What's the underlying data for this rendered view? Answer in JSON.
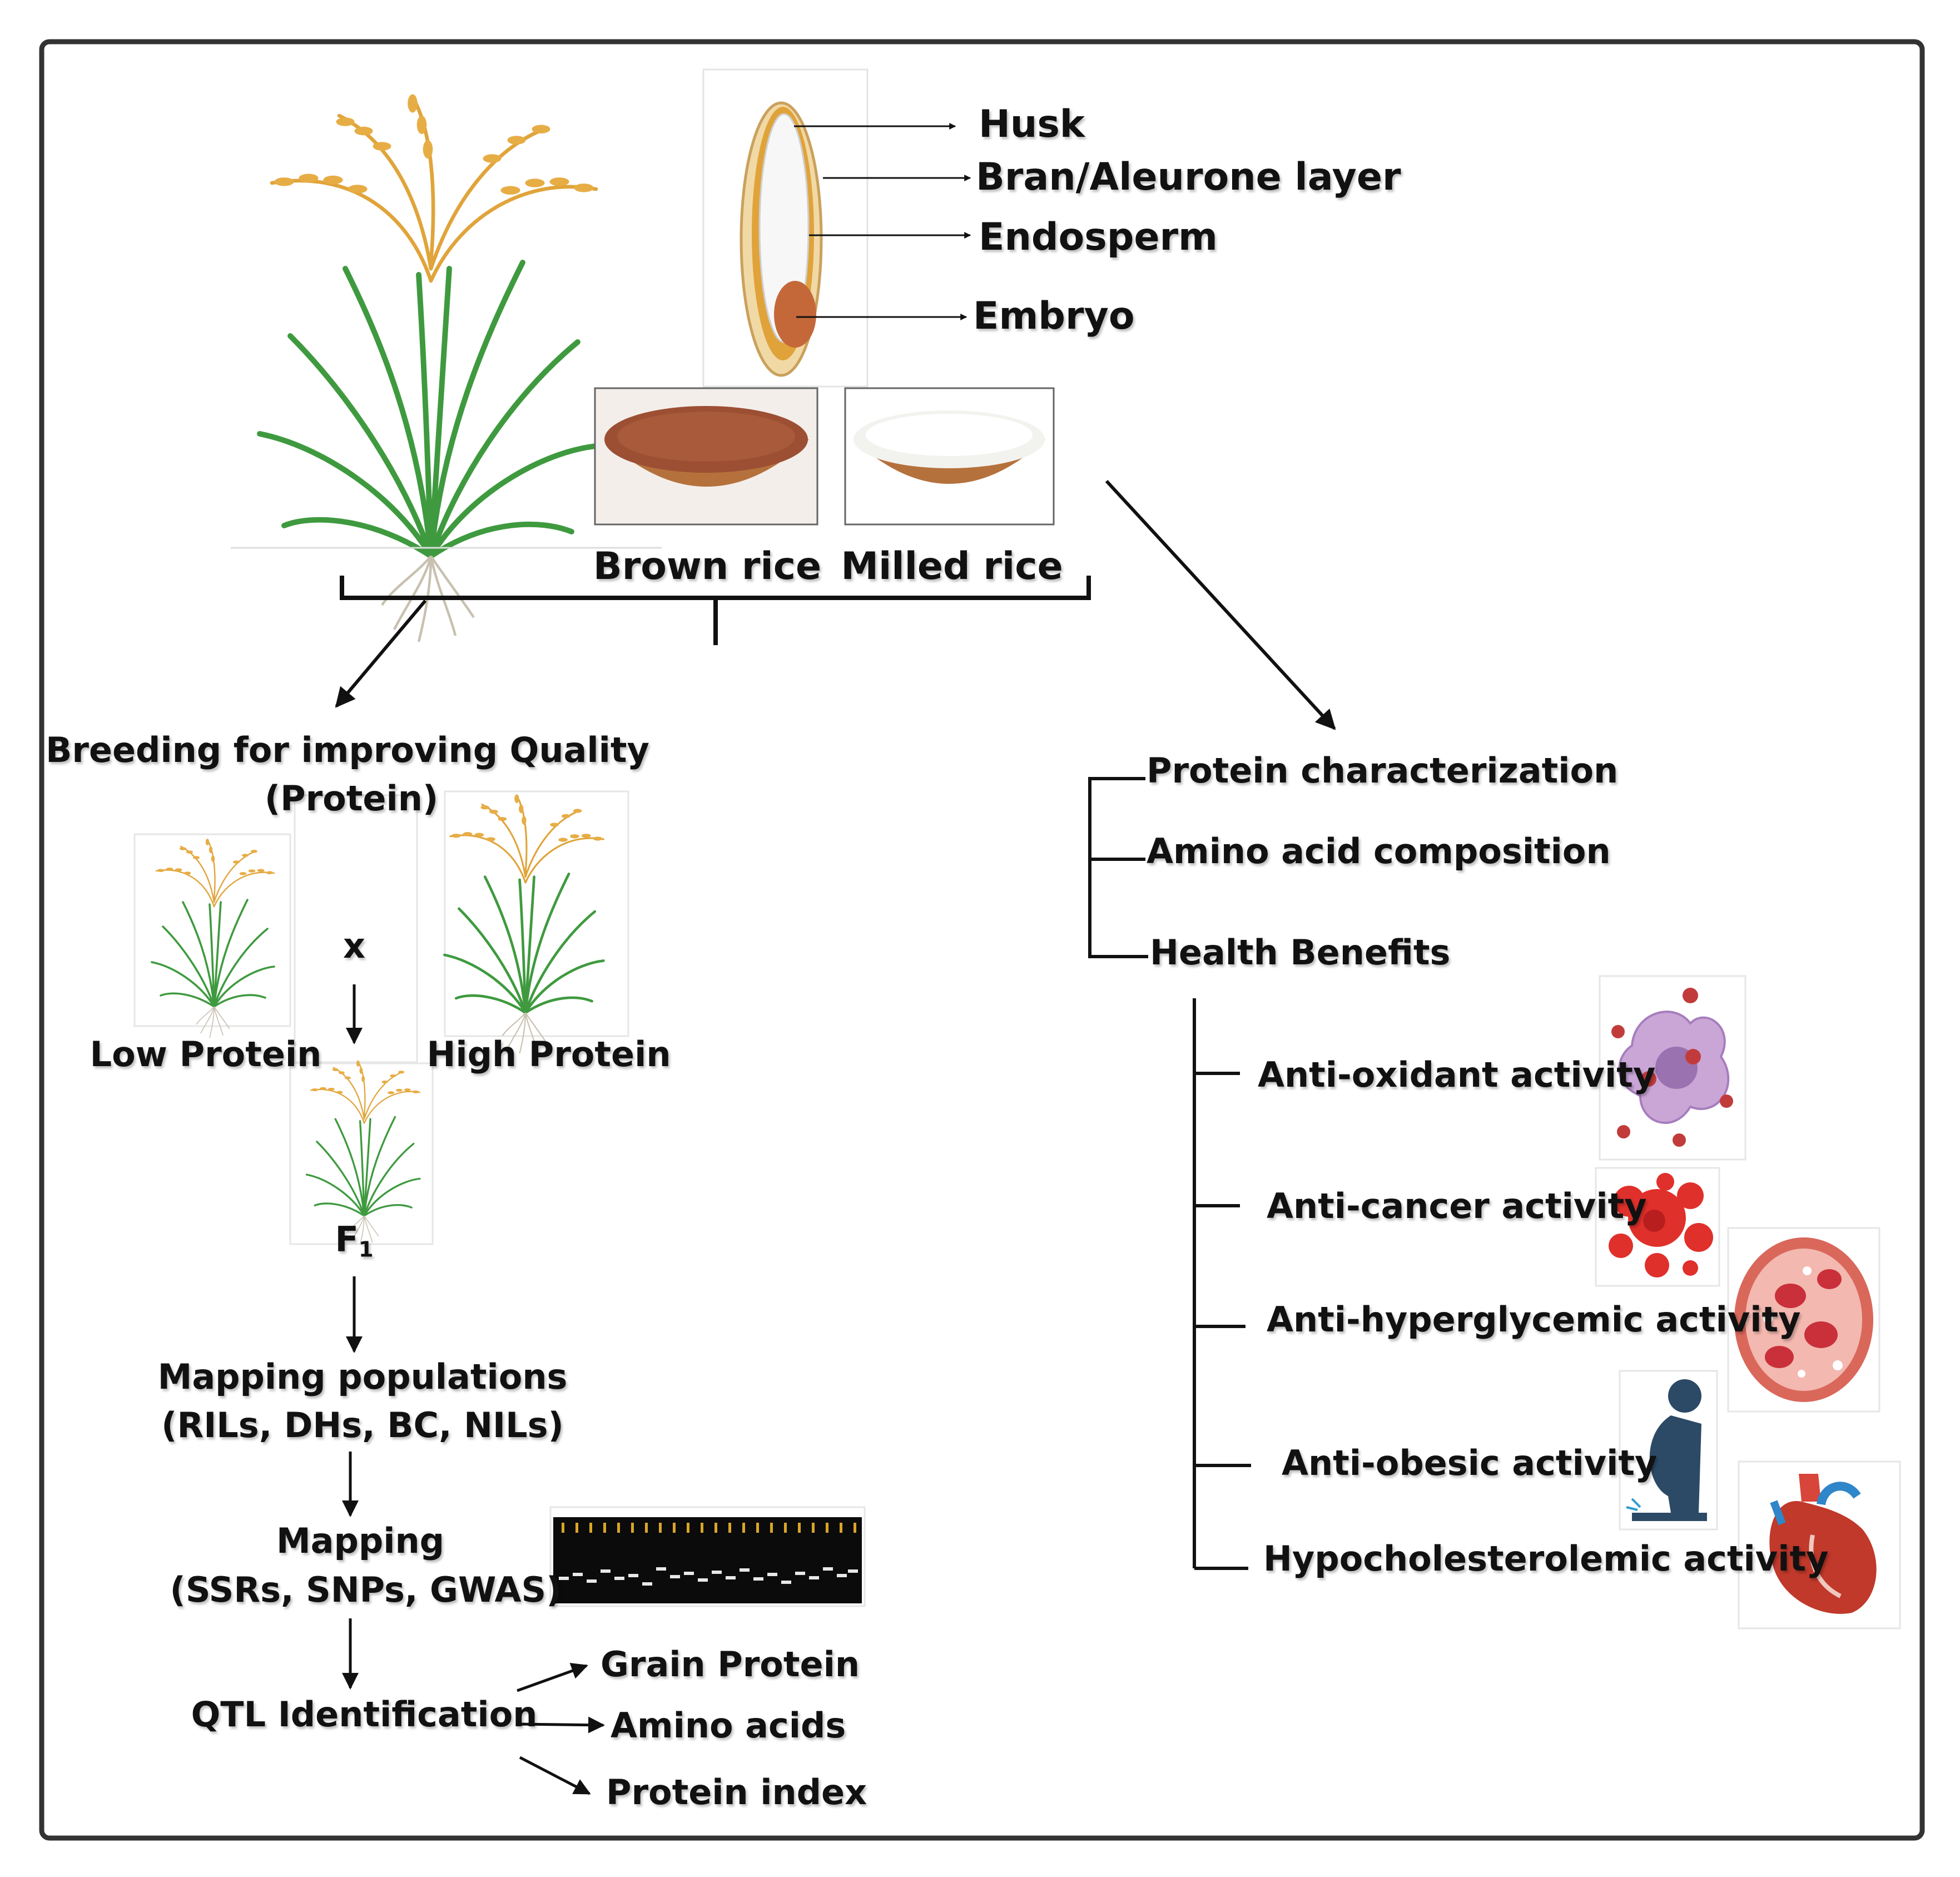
{
  "grain_parts": {
    "husk": "Husk",
    "bran": "Bran/Aleurone layer",
    "endosperm": "Endosperm",
    "embryo": "Embryo"
  },
  "rice_types": {
    "brown": "Brown rice",
    "milled": "Milled rice"
  },
  "breeding": {
    "title_line1": "Breeding for improving Quality",
    "title_line2": "(Protein)",
    "cross_symbol": "x",
    "low_parent": "Low Protein",
    "high_parent": "High Protein",
    "f1_base": "F",
    "f1_sub": "1",
    "mapping_populations_line1": "Mapping populations",
    "mapping_populations_line2": "(RILs, DHs, BC, NILs)",
    "mapping_line1": "Mapping",
    "mapping_line2": "(SSRs, SNPs, GWAS)",
    "qtl": "QTL Identification",
    "qtl_targets": [
      "Grain Protein",
      "Amino acids",
      "Protein index"
    ]
  },
  "characterization": {
    "items": [
      "Protein characterization",
      "Amino acid composition",
      "Health Benefits"
    ],
    "health_benefits": [
      "Anti-oxidant activity",
      "Anti-cancer activity",
      "Anti-hyperglycemic activity",
      "Anti-obesic activity",
      "Hypocholesterolemic activity"
    ]
  },
  "icons": {
    "rice_plant": "rice-plant-icon",
    "grain": "rice-grain-cross-section-icon",
    "brown_rice": "brown-rice-bowl-icon",
    "milled_rice": "milled-rice-bowl-icon",
    "gel": "gel-electrophoresis-icon",
    "antioxidant": "free-radical-cell-icon",
    "cancer": "cancer-cell-icon",
    "hyperglycemic": "blood-vessel-glucose-icon",
    "obesity": "obese-person-scale-icon",
    "heart": "heart-icon"
  },
  "colors": {
    "frame": "#333333",
    "plant_green": "#3f9a3f",
    "panicle_gold": "#e0a43a",
    "brown_rice": "#9c4f33",
    "bowl_wood": "#b5713c"
  }
}
